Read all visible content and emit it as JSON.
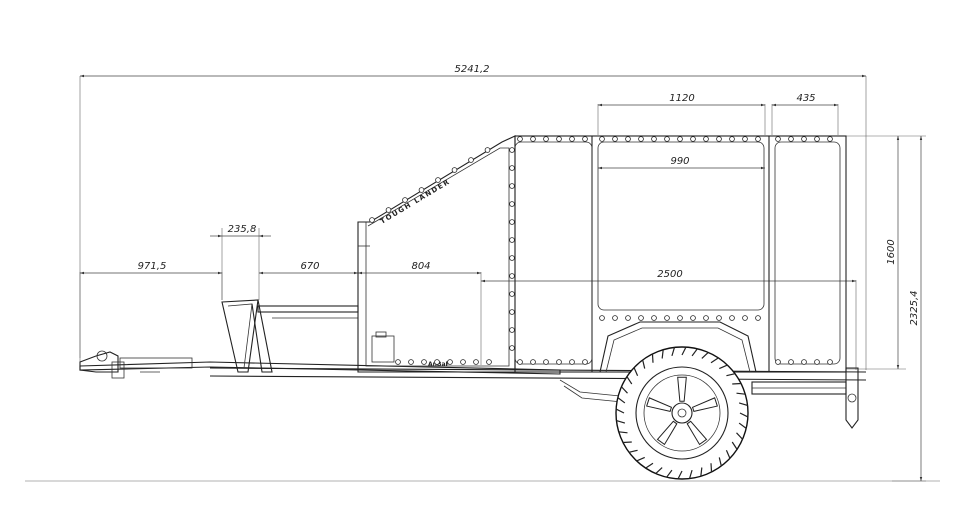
{
  "drawing": {
    "dimensions": {
      "overall_length": "5241,2",
      "body_section_1": "1120",
      "body_section_2": "435",
      "inner_width": "990",
      "hitch_offset": "971,5",
      "rail_spacing": "235,8",
      "platform_length": "670",
      "front_box_length": "804",
      "box_length": "2500",
      "body_height": "1600",
      "overall_height": "2325,4"
    },
    "labels": {
      "side_text": "TOUGH LANDER",
      "brand_mark": "AnBaP"
    }
  }
}
